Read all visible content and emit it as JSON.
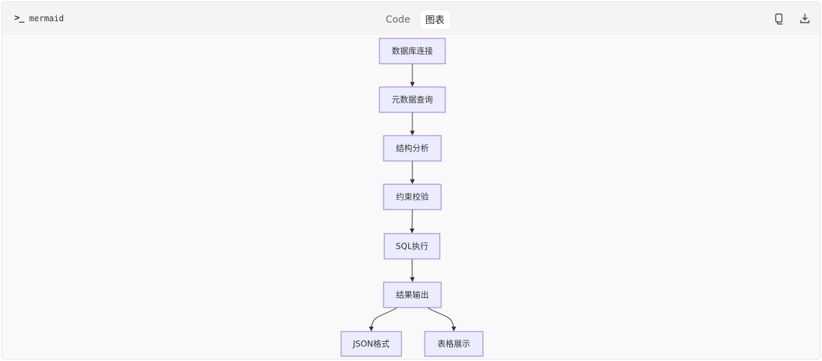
{
  "header": {
    "language_label": "mermaid",
    "language_icon": "terminal-prompt-icon",
    "tabs": [
      {
        "label": "Code",
        "active": false
      },
      {
        "label": "图表",
        "active": true
      }
    ],
    "actions": [
      "copy-icon",
      "download-icon"
    ]
  },
  "diagram": {
    "type": "flowchart",
    "direction": "TD",
    "colors": {
      "node_fill": "#ECECFF",
      "node_stroke": "#9370DB",
      "edge": "#333333",
      "text": "#333333"
    },
    "nodes": [
      {
        "id": "db_conn",
        "label": "数据库连接"
      },
      {
        "id": "meta_query",
        "label": "元数据查询"
      },
      {
        "id": "struct_analysis",
        "label": "结构分析"
      },
      {
        "id": "constraint_check",
        "label": "约束校验"
      },
      {
        "id": "sql_exec",
        "label": "SQL执行"
      },
      {
        "id": "result_output",
        "label": "结果输出"
      },
      {
        "id": "json_format",
        "label": "JSON格式"
      },
      {
        "id": "table_display",
        "label": "表格展示"
      }
    ],
    "edges": [
      {
        "from": "db_conn",
        "to": "meta_query"
      },
      {
        "from": "meta_query",
        "to": "struct_analysis"
      },
      {
        "from": "struct_analysis",
        "to": "constraint_check"
      },
      {
        "from": "constraint_check",
        "to": "sql_exec"
      },
      {
        "from": "sql_exec",
        "to": "result_output"
      },
      {
        "from": "result_output",
        "to": "json_format"
      },
      {
        "from": "result_output",
        "to": "table_display"
      }
    ]
  }
}
